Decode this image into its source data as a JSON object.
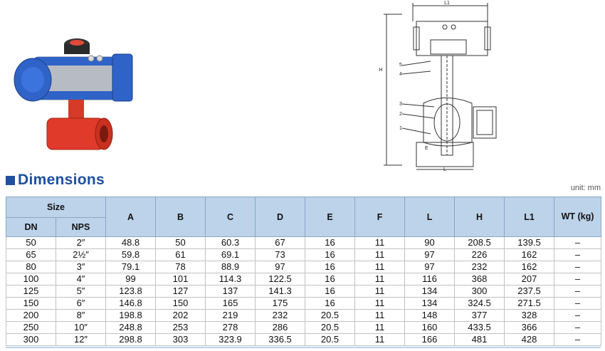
{
  "section_title": "Dimensions",
  "unit_note": "unit: mm",
  "header": {
    "size": "Size",
    "dn": "DN",
    "nps": "NPS",
    "a": "A",
    "b": "B",
    "c": "C",
    "d": "D",
    "e": "E",
    "f": "F",
    "l": "L",
    "h": "H",
    "l1": "L1",
    "wt": "WT (kg)"
  },
  "rows": [
    {
      "dn": "50",
      "nps": "2″",
      "a": "48.8",
      "b": "50",
      "c": "60.3",
      "d": "67",
      "e": "16",
      "f": "11",
      "l": "90",
      "h": "208.5",
      "l1": "139.5",
      "wt": "–"
    },
    {
      "dn": "65",
      "nps": "2½″",
      "a": "59.8",
      "b": "61",
      "c": "69.1",
      "d": "73",
      "e": "16",
      "f": "11",
      "l": "97",
      "h": "226",
      "l1": "162",
      "wt": "–"
    },
    {
      "dn": "80",
      "nps": "3″",
      "a": "79.1",
      "b": "78",
      "c": "88.9",
      "d": "97",
      "e": "16",
      "f": "11",
      "l": "97",
      "h": "232",
      "l1": "162",
      "wt": "–"
    },
    {
      "dn": "100",
      "nps": "4″",
      "a": "99",
      "b": "101",
      "c": "114.3",
      "d": "122.5",
      "e": "16",
      "f": "11",
      "l": "116",
      "h": "368",
      "l1": "207",
      "wt": "–"
    },
    {
      "dn": "125",
      "nps": "5″",
      "a": "123.8",
      "b": "127",
      "c": "137",
      "d": "141.3",
      "e": "16",
      "f": "11",
      "l": "134",
      "h": "300",
      "l1": "237.5",
      "wt": "–"
    },
    {
      "dn": "150",
      "nps": "6″",
      "a": "146.8",
      "b": "150",
      "c": "165",
      "d": "175",
      "e": "16",
      "f": "11",
      "l": "134",
      "h": "324.5",
      "l1": "271.5",
      "wt": "–"
    },
    {
      "dn": "200",
      "nps": "8″",
      "a": "198.8",
      "b": "202",
      "c": "219",
      "d": "232",
      "e": "20.5",
      "f": "11",
      "l": "148",
      "h": "377",
      "l1": "328",
      "wt": "–"
    },
    {
      "dn": "250",
      "nps": "10″",
      "a": "248.8",
      "b": "253",
      "c": "278",
      "d": "286",
      "e": "20.5",
      "f": "11",
      "l": "160",
      "h": "433.5",
      "l1": "366",
      "wt": "–"
    },
    {
      "dn": "300",
      "nps": "12″",
      "a": "298.8",
      "b": "303",
      "c": "323.9",
      "d": "336.5",
      "e": "20.5",
      "f": "11",
      "l": "166",
      "h": "481",
      "l1": "428",
      "wt": "–"
    }
  ],
  "drawing_labels": {
    "l1": "L1",
    "h": "H",
    "callouts": [
      "5",
      "4",
      "3",
      "2",
      "1"
    ],
    "e": "E",
    "l": "L"
  },
  "colors": {
    "accent": "#1f4fa0",
    "header_fill": "#bcd3ea",
    "actuator_blue": "#2f63c8",
    "valve_red": "#e03a2a"
  }
}
